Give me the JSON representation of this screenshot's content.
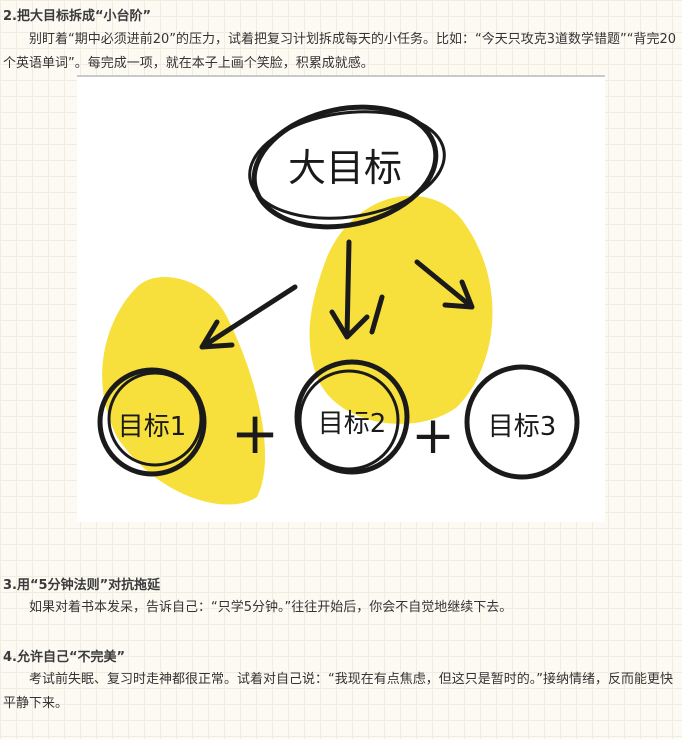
{
  "sections": [
    {
      "heading": "2.把大目标拆成“小台阶”",
      "paragraph": "别盯着“期中必须进前20”的压力，试着把复习计划拆成每天的小任务。比如：“今天只攻克3道数学错题”“背完20个英语单词”。每完成一项，就在本子上画个笑脸，积累成就感。"
    },
    {
      "heading": "3.用“5分钟法则”对抗拖延",
      "paragraph": "如果对着书本发呆，告诉自己：“只学5分钟。”往往开始后，你会不自觉地继续下去。"
    },
    {
      "heading": "4.允许自己“不完美”",
      "paragraph": "考试前失眠、复习时走神都很正常。试着对自己说：“我现在有点焦虑，但这只是暂时的。”接纳情绪，反而能更快平静下来。"
    }
  ],
  "figure": {
    "main_goal": "大目标",
    "sub_goals": [
      "目标1",
      "目标2",
      "目标3"
    ],
    "plus": "+",
    "colors": {
      "blob": "#f7e03c",
      "ink": "#1a1a1a"
    }
  }
}
